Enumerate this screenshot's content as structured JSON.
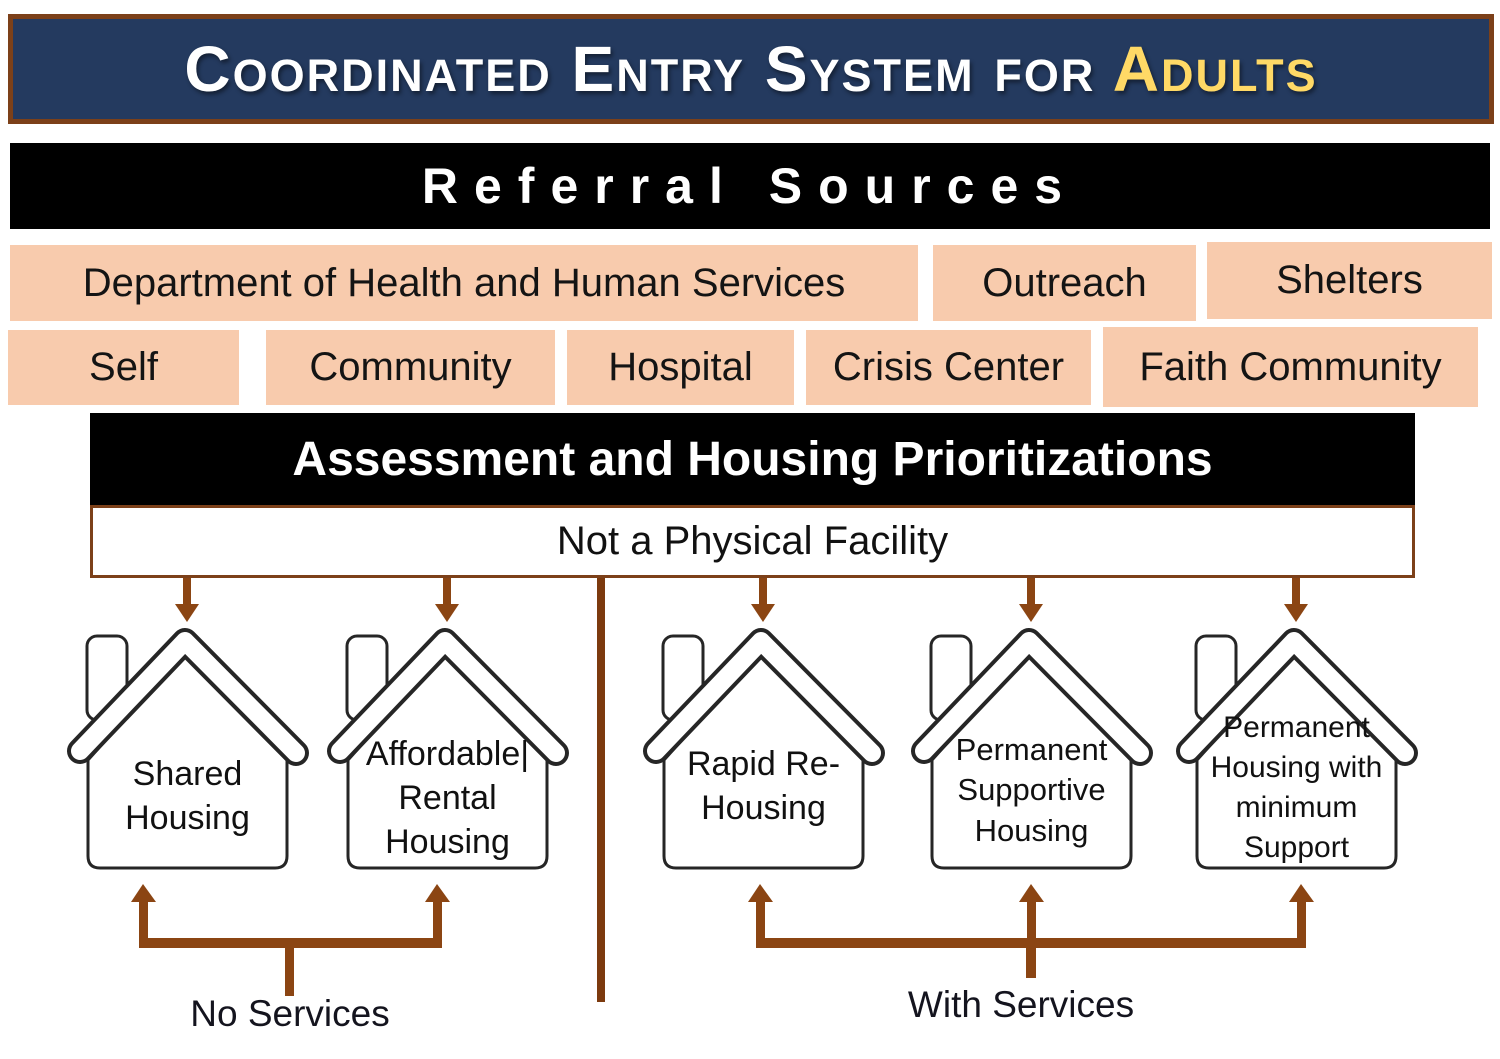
{
  "header": {
    "title_main": "Coordinated Entry System for ",
    "title_accent": "Adults"
  },
  "referral": {
    "banner": "Referral Sources",
    "row1": [
      "Department of Health and Human Services",
      "Outreach",
      "Shelters"
    ],
    "row2": [
      "Self",
      "Community",
      "Hospital",
      "Crisis Center",
      "Faith Community"
    ]
  },
  "assessment": {
    "banner": "Assessment and Housing Prioritizations",
    "note": "Not a Physical Facility"
  },
  "housing": [
    {
      "label": "Shared\nHousing",
      "group": "no-services"
    },
    {
      "label": "Affordable|\nRental\nHousing",
      "group": "no-services"
    },
    {
      "label": "Rapid Re-\nHousing",
      "group": "with-services"
    },
    {
      "label": "Permanent\nSupportive\nHousing",
      "group": "with-services"
    },
    {
      "label": "Permanent\nHousing with\nminimum\nSupport",
      "group": "with-services"
    }
  ],
  "groups": {
    "left": "No Services",
    "right": "With Services"
  },
  "colors": {
    "header_navy": "#243A5F",
    "header_border_brown": "#7C4019",
    "title_accent_gold": "#FFD966",
    "banner_black": "#000000",
    "referral_peach": "#F8CBAD",
    "arrow_brown": "#8B4513",
    "divider_brown": "#7C3A0E"
  }
}
